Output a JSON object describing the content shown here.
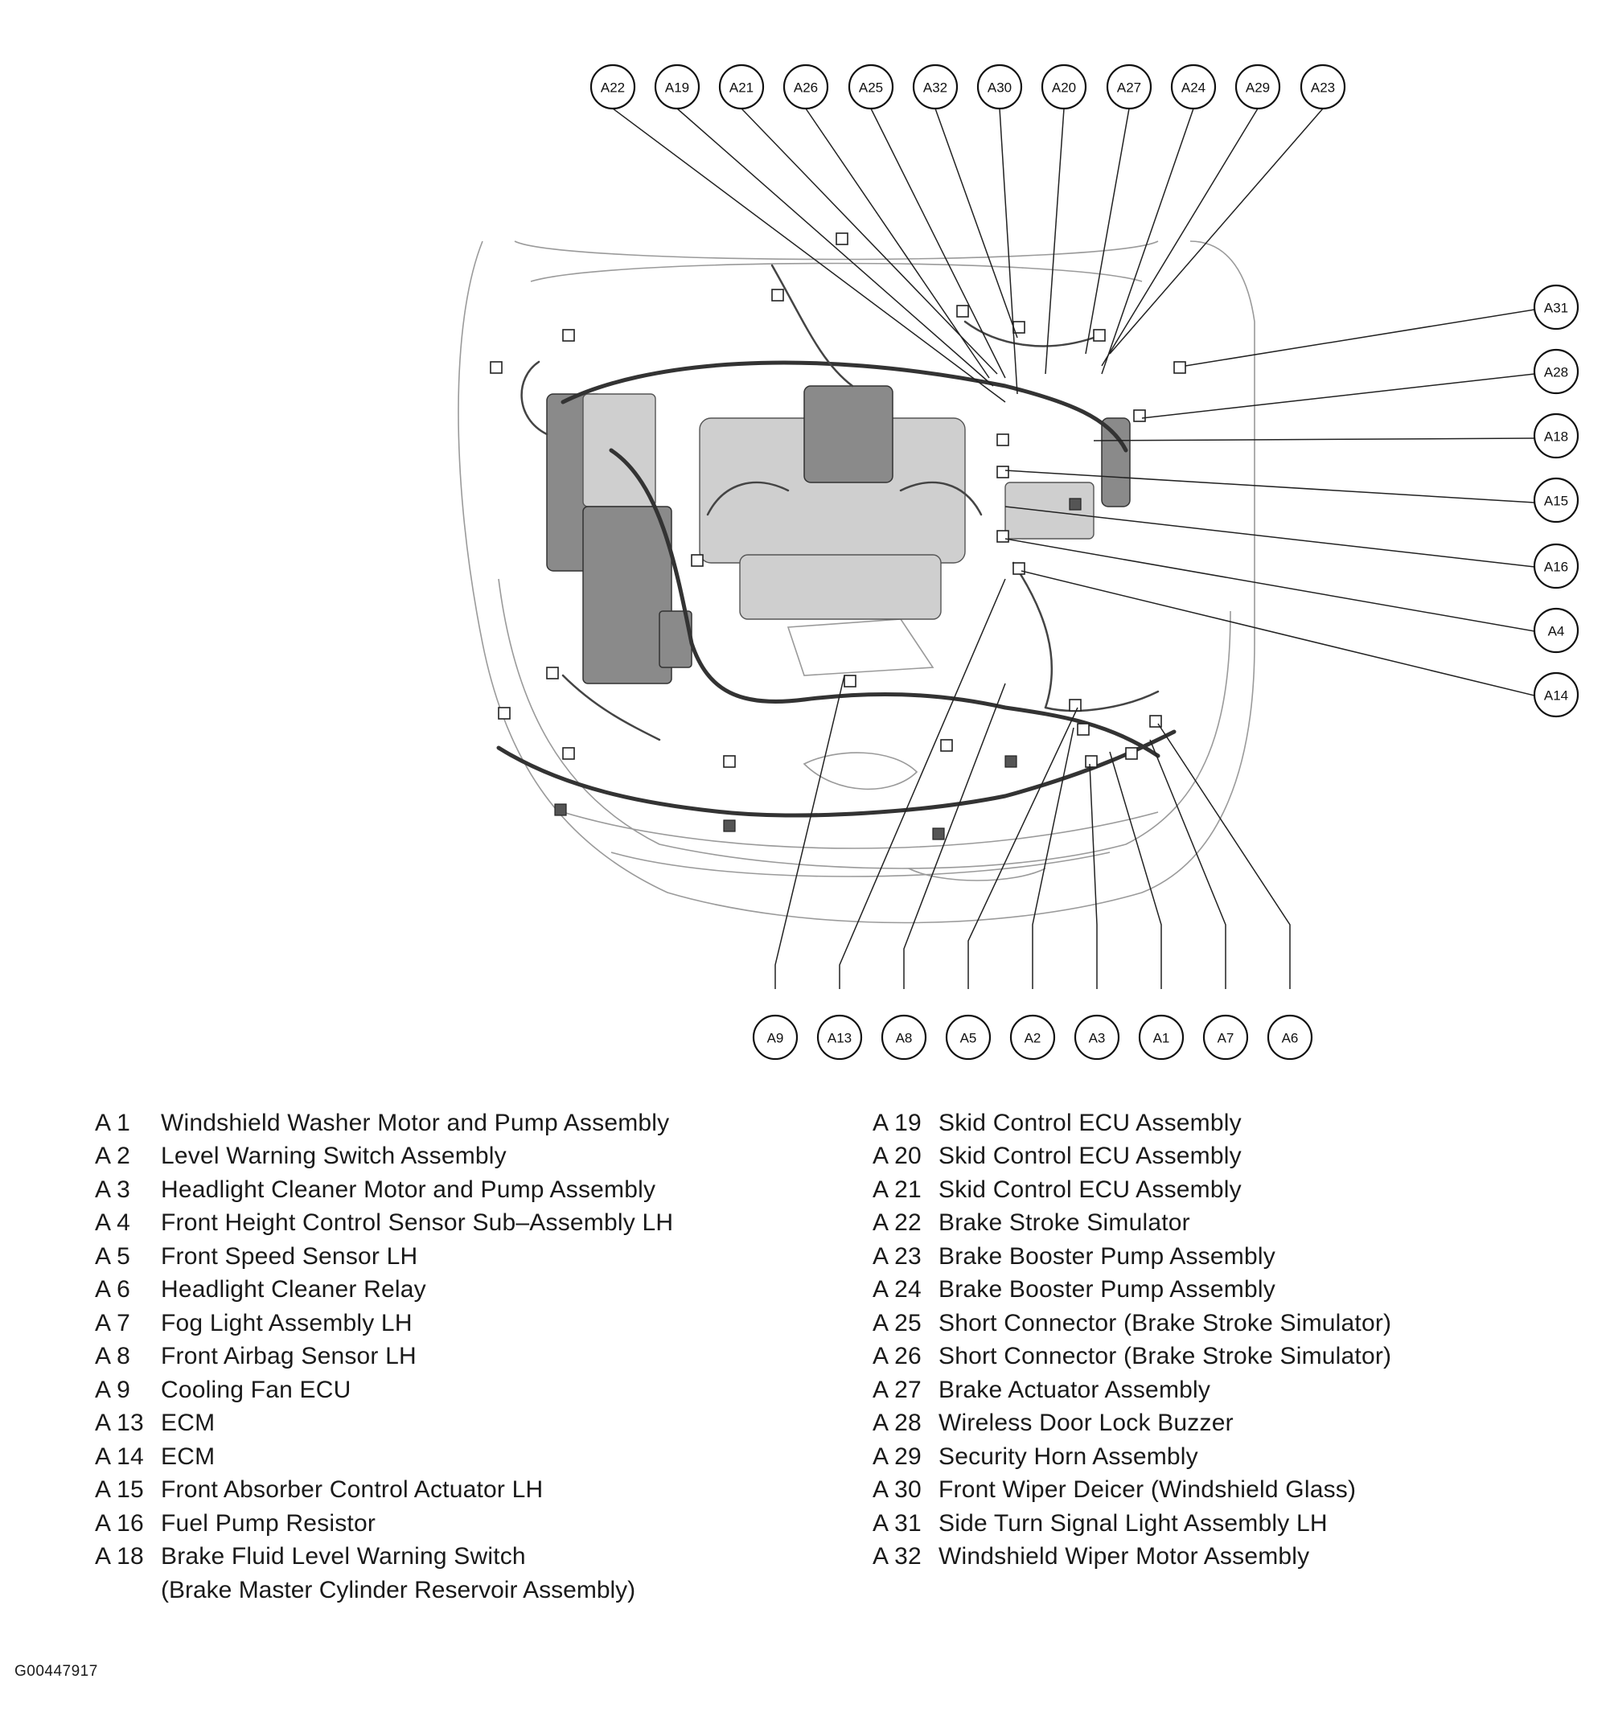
{
  "callouts_top": [
    "A22",
    "A19",
    "A21",
    "A26",
    "A25",
    "A32",
    "A30",
    "A20",
    "A27",
    "A24",
    "A29",
    "A23"
  ],
  "callouts_right": [
    "A31",
    "A28",
    "A18",
    "A15",
    "A16",
    "A4",
    "A14"
  ],
  "callouts_bottom": [
    "A9",
    "A13",
    "A8",
    "A5",
    "A2",
    "A3",
    "A1",
    "A7",
    "A6"
  ],
  "legend_left": [
    {
      "code": "A  1",
      "desc": "Windshield Washer Motor and Pump Assembly"
    },
    {
      "code": "A  2",
      "desc": "Level Warning Switch Assembly"
    },
    {
      "code": "A  3",
      "desc": "Headlight Cleaner Motor and Pump Assembly"
    },
    {
      "code": "A  4",
      "desc": "Front Height Control Sensor Sub–Assembly LH"
    },
    {
      "code": "A  5",
      "desc": "Front Speed Sensor LH"
    },
    {
      "code": "A  6",
      "desc": "Headlight Cleaner Relay"
    },
    {
      "code": "A  7",
      "desc": "Fog Light Assembly LH"
    },
    {
      "code": "A  8",
      "desc": "Front Airbag Sensor LH"
    },
    {
      "code": "A  9",
      "desc": "Cooling Fan ECU"
    },
    {
      "code": "A 13",
      "desc": "ECM"
    },
    {
      "code": "A 14",
      "desc": "ECM"
    },
    {
      "code": "A 15",
      "desc": "Front Absorber Control Actuator LH"
    },
    {
      "code": "A 16",
      "desc": "Fuel Pump Resistor"
    },
    {
      "code": "A 18",
      "desc": "Brake Fluid Level Warning Switch"
    }
  ],
  "legend_left_continuation": "(Brake Master Cylinder Reservoir Assembly)",
  "legend_right": [
    {
      "code": "A 19",
      "desc": "Skid Control ECU Assembly"
    },
    {
      "code": "A 20",
      "desc": "Skid Control ECU Assembly"
    },
    {
      "code": "A 21",
      "desc": "Skid Control ECU Assembly"
    },
    {
      "code": "A 22",
      "desc": "Brake Stroke Simulator"
    },
    {
      "code": "A 23",
      "desc": "Brake Booster Pump Assembly"
    },
    {
      "code": "A 24",
      "desc": "Brake Booster Pump Assembly"
    },
    {
      "code": "A 25",
      "desc": "Short Connector (Brake Stroke Simulator)"
    },
    {
      "code": "A 26",
      "desc": "Short Connector (Brake Stroke Simulator)"
    },
    {
      "code": "A 27",
      "desc": "Brake Actuator Assembly"
    },
    {
      "code": "A 28",
      "desc": "Wireless Door Lock Buzzer"
    },
    {
      "code": "A 29",
      "desc": "Security Horn Assembly"
    },
    {
      "code": "A 30",
      "desc": "Front Wiper Deicer (Windshield Glass)"
    },
    {
      "code": "A 31",
      "desc": "Side Turn Signal Light Assembly LH"
    },
    {
      "code": "A 32",
      "desc": "Windshield Wiper Motor Assembly"
    }
  ],
  "figure_id": "G00447917"
}
